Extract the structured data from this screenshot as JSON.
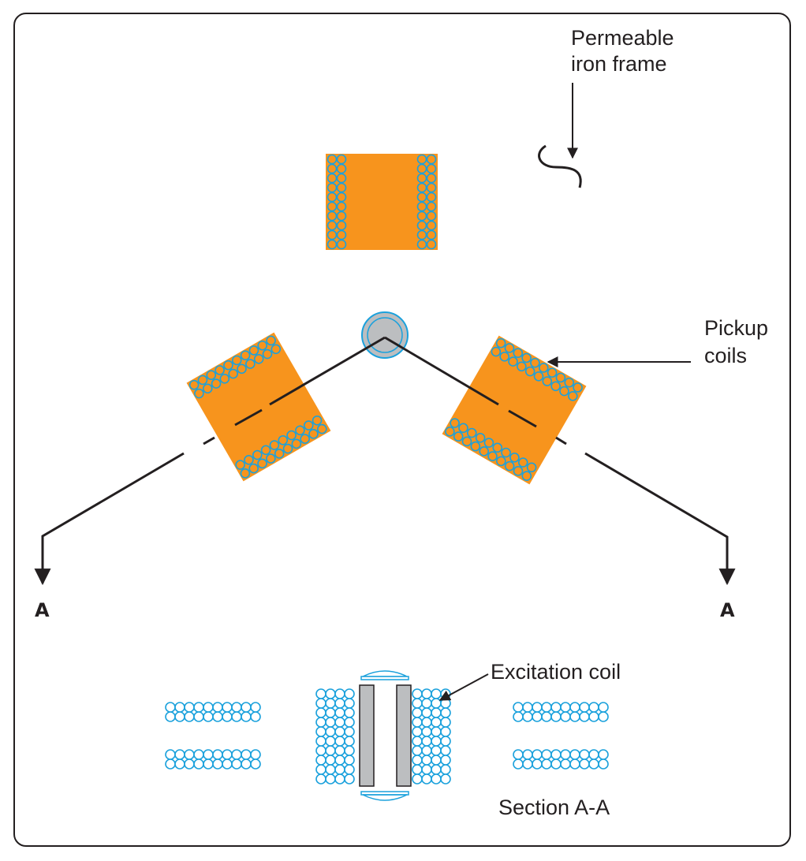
{
  "labels": {
    "frame_line1": "Permeable",
    "frame_line2": "iron frame",
    "pickup_line1": "Pickup",
    "pickup_line2": "coils",
    "excitation": "Excitation coil",
    "section": "Section A-A",
    "section_marker_left": "A",
    "section_marker_right": "A"
  },
  "colors": {
    "core": "#f7941d",
    "winding": "#1ba1dc",
    "ink": "#231f20",
    "sensor_fill": "#bcbec0",
    "plate": "#bcbec0"
  }
}
